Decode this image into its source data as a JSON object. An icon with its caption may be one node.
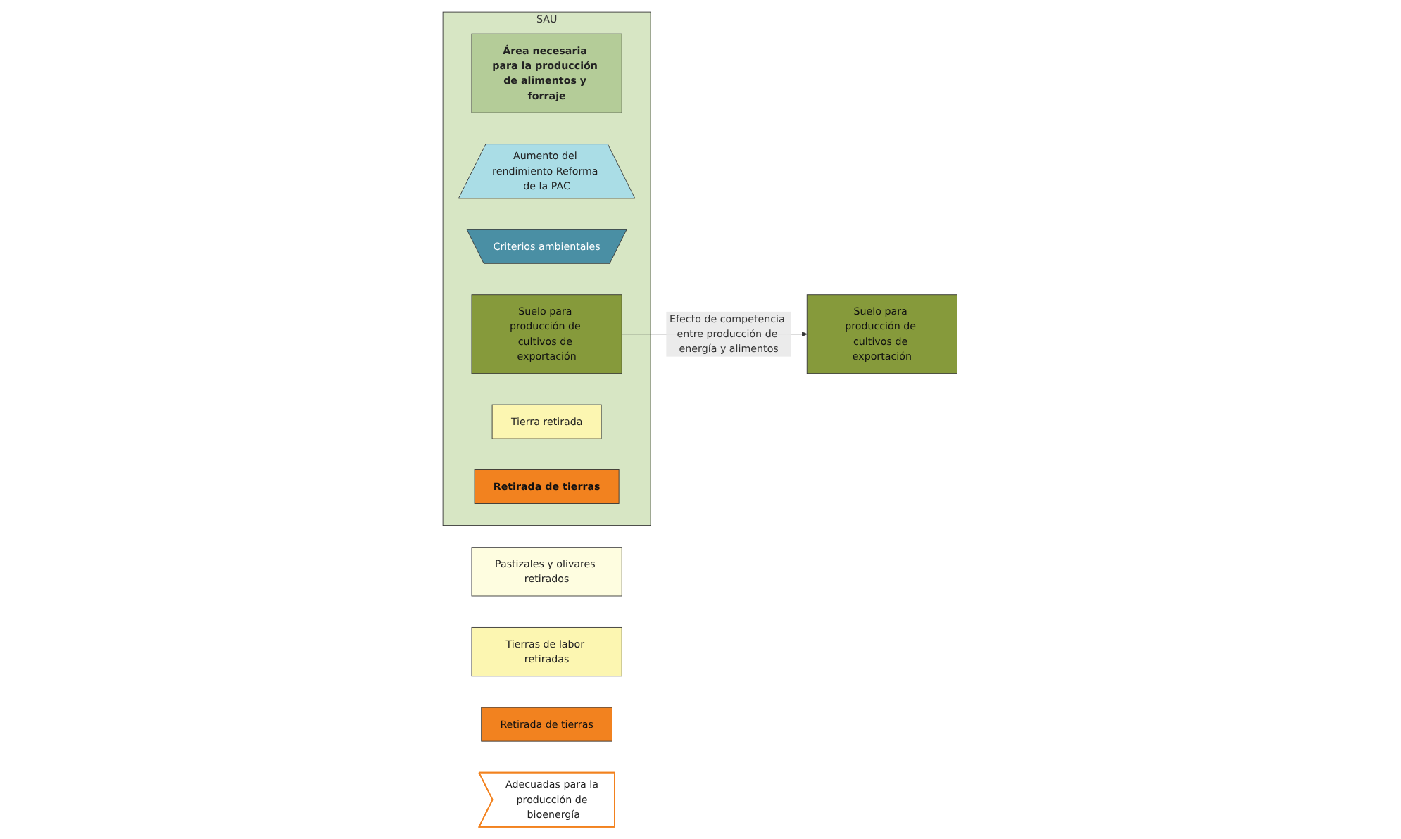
{
  "diagram": {
    "nodes": [
      {
        "text": [
          "SAU"
        ]
      },
      {
        "text": [
          "Área necesaria para la producción de alimentos y forraje"
        ],
        "in": 0
      },
      {
        "text": [
          "Aumento del rendimiento Reforma de la PAC"
        ],
        "in": 0
      },
      {
        "text": [
          "Criterios ambientales"
        ],
        "in": 0
      },
      {
        "text": [
          "Suelo para producción de cultivos de exportación"
        ],
        "in": 0
      },
      {
        "text": [
          "Tierra retirada"
        ],
        "in": 0
      },
      {
        "text": [
          "Retirada de tierras"
        ],
        "in": 0
      },
      {
        "text": [
          "Pastizales y olivares retirados"
        ]
      },
      {
        "text": [
          "Tierras de labor retiradas"
        ]
      },
      {
        "text": [
          "Retirada de tierras"
        ]
      },
      {
        "text": [
          "Suelo para producción de cultivos de exportación"
        ]
      },
      {
        "text": [
          "Adecuadas para la producción de bioenergía"
        ]
      }
    ],
    "edges": [
      {
        "from": 4,
        "to": 10,
        "arrow": "to",
        "label": "Efecto de competencia entre producción de energía y alimentos"
      }
    ]
  }
}
